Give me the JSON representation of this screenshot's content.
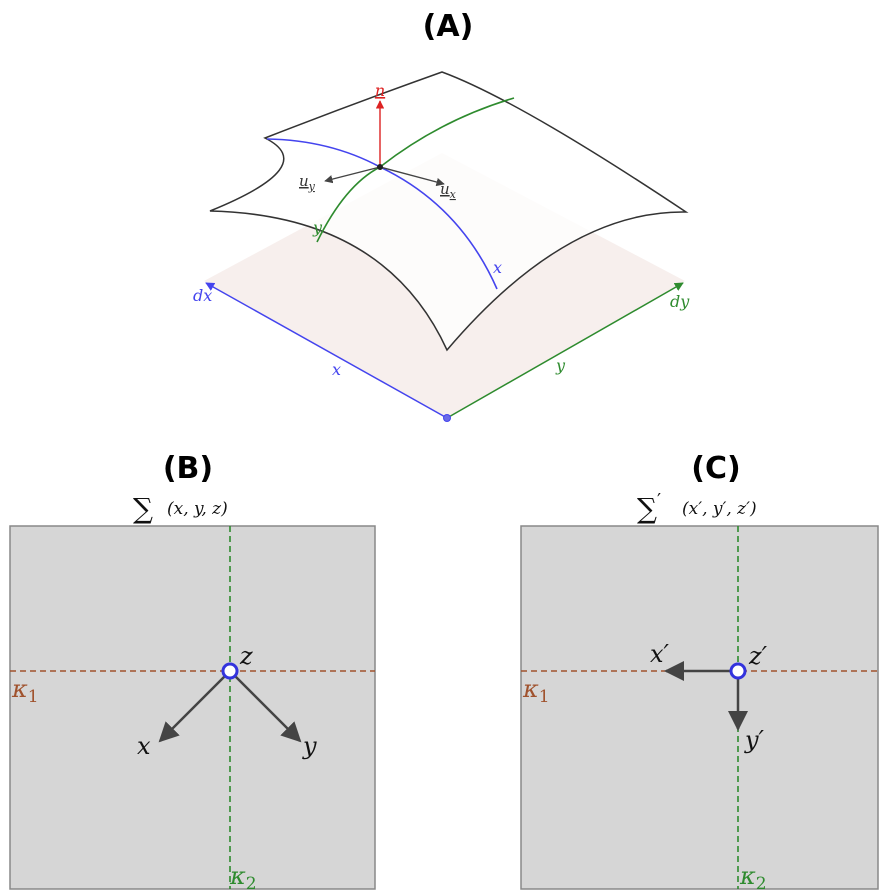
{
  "panel_a": {
    "label": "(A)",
    "normal_label": "n",
    "ux_label": "u",
    "ux_sub": "x",
    "uy_label": "u",
    "uy_sub": "y",
    "surface_x_label": "x",
    "surface_y_label": "y",
    "dx_label": "dx",
    "dy_label": "dy",
    "edge_x_label": "x",
    "edge_y_label": "y",
    "colors": {
      "x_axis": "#4444ee",
      "y_axis": "#2e8b2e",
      "normal": "#dd2222",
      "plane": "#f7efed",
      "surface_edge": "#333333"
    }
  },
  "panel_b": {
    "label": "(B)",
    "sigma": "∑",
    "frame_label": "(x, y, z)",
    "z_label": "z",
    "x_label": "x",
    "y_label": "y",
    "kappa1": "κ",
    "kappa1_sub": "1",
    "kappa2": "κ",
    "kappa2_sub": "2"
  },
  "panel_c": {
    "label": "(C)",
    "sigma": "∑",
    "prime": "′",
    "frame_label": "(x′, y′, z′)",
    "z_label": "z′",
    "x_label": "x′",
    "y_label": "y′",
    "kappa1": "κ",
    "kappa1_sub": "1",
    "kappa2": "κ",
    "kappa2_sub": "2"
  },
  "colors": {
    "box_fill": "#d6d6d6",
    "box_stroke": "#888888",
    "kappa1": "#a0522d",
    "kappa2": "#2e8b2e",
    "marker": "#3333dd",
    "arrow": "#444444"
  }
}
